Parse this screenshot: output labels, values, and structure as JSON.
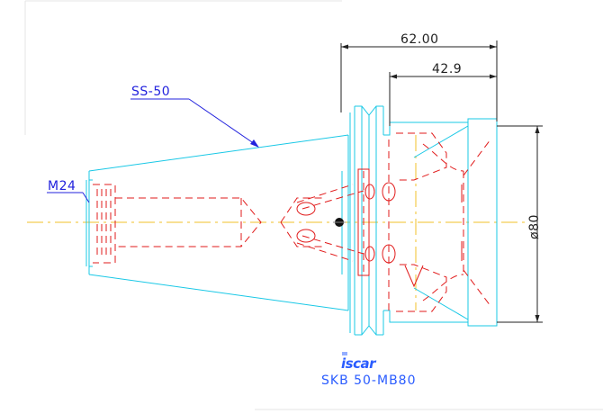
{
  "drawing": {
    "dimensions": {
      "overall_length": "62.00",
      "inner_length": "42.9",
      "diameter": "ø80"
    },
    "callouts": {
      "shank": "SS-50",
      "thread": "M24"
    },
    "logo": "iscar",
    "part_number": "SKB 50-MB80"
  },
  "colors": {
    "outline": "#19c8e6",
    "hidden": "#e11b1b",
    "centerline": "#f0c028",
    "dimension": "#222222",
    "callout": "#2222dd",
    "logo": "#2a5cff"
  }
}
